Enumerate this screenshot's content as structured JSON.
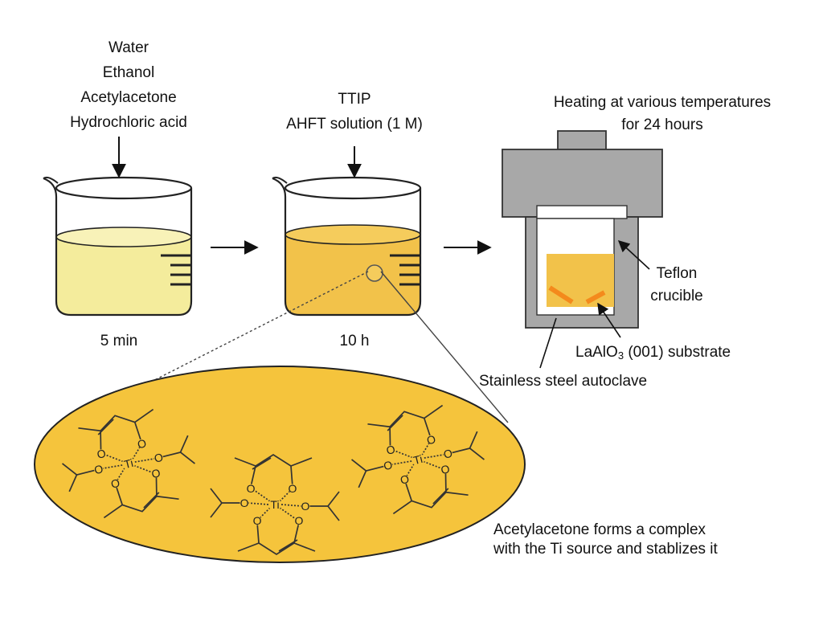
{
  "beaker1": {
    "inputs": [
      "Water",
      "Ethanol",
      "Acetylacetone",
      "Hydrochloric acid"
    ],
    "time": "5 min",
    "liquid_color": "#f4ec9c"
  },
  "beaker2": {
    "inputs": [
      "TTIP",
      "AHFT solution (1 M)"
    ],
    "time": "10 h",
    "liquid_color": "#f2c24a"
  },
  "autoclave": {
    "heading": [
      "Heating at various temperatures",
      "for 24 hours"
    ],
    "teflon": [
      "Teflon",
      "crucible"
    ],
    "substrate_prefix": "LaAlO",
    "substrate_sub": "3",
    "substrate_suffix": " (001) substrate",
    "autoclave_label": "Stainless steel autoclave",
    "steel_color": "#a8a8a8",
    "substrate_color": "#f48a1c"
  },
  "inset": {
    "caption": [
      "Acetylacetone forms a complex",
      "with the Ti source and stablizes it"
    ],
    "atom_ti": "Ti",
    "atom_o": "O",
    "fill_color": "#f5c43c"
  }
}
